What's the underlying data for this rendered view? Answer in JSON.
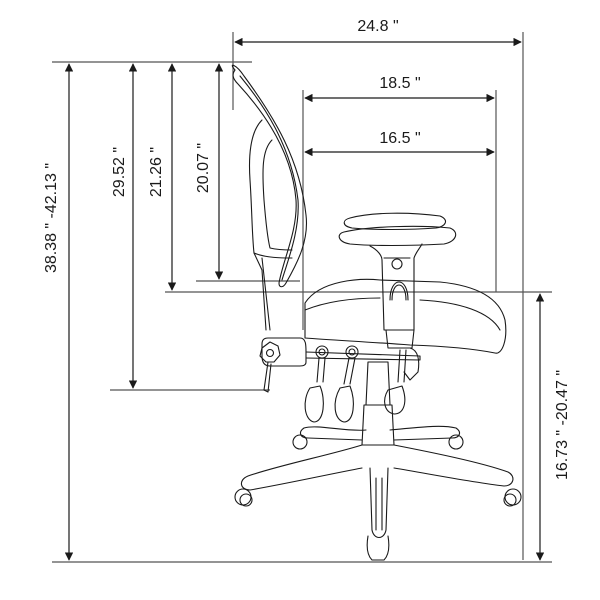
{
  "diagram": {
    "subject": "office-chair-side-view",
    "line_color": "#1a1a1a",
    "dim_line_color": "#4a4a4a",
    "dimensions": {
      "overall_depth": "24.8 \"",
      "seat_depth_outer": "18.5 \"",
      "seat_depth_inner": "16.5 \"",
      "overall_height": "38.38 \" -42.13 \"",
      "back_height": "29.52 \"",
      "seat_to_top": "21.26 \"",
      "back_pad_height": "20.07 \"",
      "seat_height": "16.73 \" -20.47 \""
    }
  }
}
